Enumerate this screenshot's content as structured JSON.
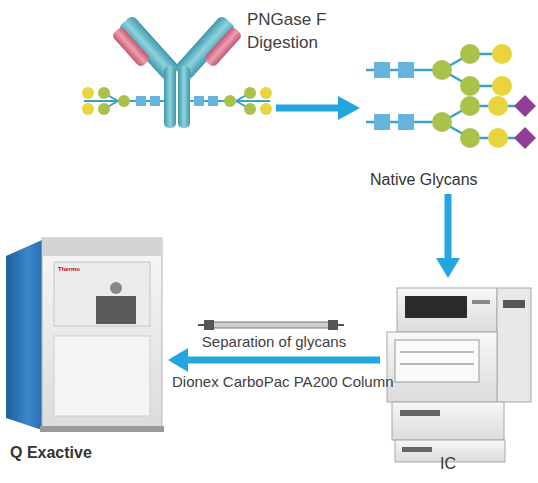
{
  "diagram": {
    "nodes": [
      {
        "text": [
          "Native Glycans"
        ]
      },
      {
        "text": [
          "IC"
        ]
      },
      {
        "text": [
          "Q Exactive"
        ]
      }
    ],
    "edges": [
      {
        "from": 0,
        "to": 1,
        "arrow": "to"
      },
      {
        "from": 1,
        "to": 2,
        "arrow": "to",
        "label": "Separation of glycans"
      }
    ],
    "labels": [
      "PNGase F Digestion",
      "Dionex CarboPac PA200 Column",
      "Thermo"
    ]
  }
}
